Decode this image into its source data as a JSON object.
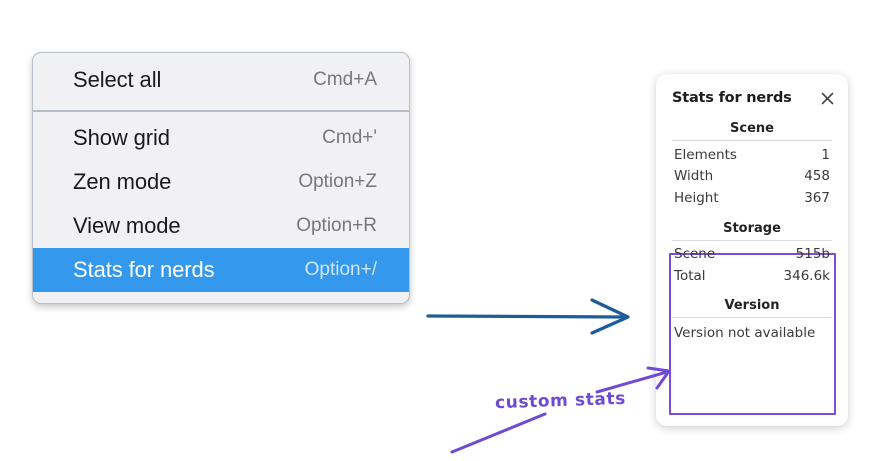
{
  "menu": {
    "groups": [
      {
        "items": [
          {
            "label": "Select all",
            "shortcut": "Cmd+A",
            "selected": false
          }
        ]
      },
      {
        "items": [
          {
            "label": "Show grid",
            "shortcut": "Cmd+'",
            "selected": false
          },
          {
            "label": "Zen mode",
            "shortcut": "Option+Z",
            "selected": false
          },
          {
            "label": "View mode",
            "shortcut": "Option+R",
            "selected": false
          },
          {
            "label": "Stats for nerds",
            "shortcut": "Option+/",
            "selected": true
          }
        ]
      }
    ],
    "items": {
      "select_all": {
        "label": "Select all",
        "shortcut": "Cmd+A"
      },
      "show_grid": {
        "label": "Show grid",
        "shortcut": "Cmd+'"
      },
      "zen_mode": {
        "label": "Zen mode",
        "shortcut": "Option+Z"
      },
      "view_mode": {
        "label": "View mode",
        "shortcut": "Option+R"
      },
      "stats_for_nerds": {
        "label": "Stats for nerds",
        "shortcut": "Option+/"
      }
    },
    "highlight_color": "#3498ec"
  },
  "stats_panel": {
    "title": "Stats for nerds",
    "close_icon": "close-icon",
    "scene": {
      "title": "Scene",
      "rows": [
        {
          "key": "Elements",
          "value": "1"
        },
        {
          "key": "Width",
          "value": "458"
        },
        {
          "key": "Height",
          "value": "367"
        }
      ]
    },
    "storage": {
      "title": "Storage",
      "rows": [
        {
          "key": "Scene",
          "value": "515b"
        },
        {
          "key": "Total",
          "value": "346.6k"
        }
      ]
    },
    "version": {
      "title": "Version",
      "text": "Version not available"
    }
  },
  "annotations": {
    "custom_stats_label": "custom stats",
    "arrow_color_blue": "#1c5d99",
    "arrow_color_purple": "#6f4ad4",
    "highlight_box_color": "#7c4ddb"
  }
}
